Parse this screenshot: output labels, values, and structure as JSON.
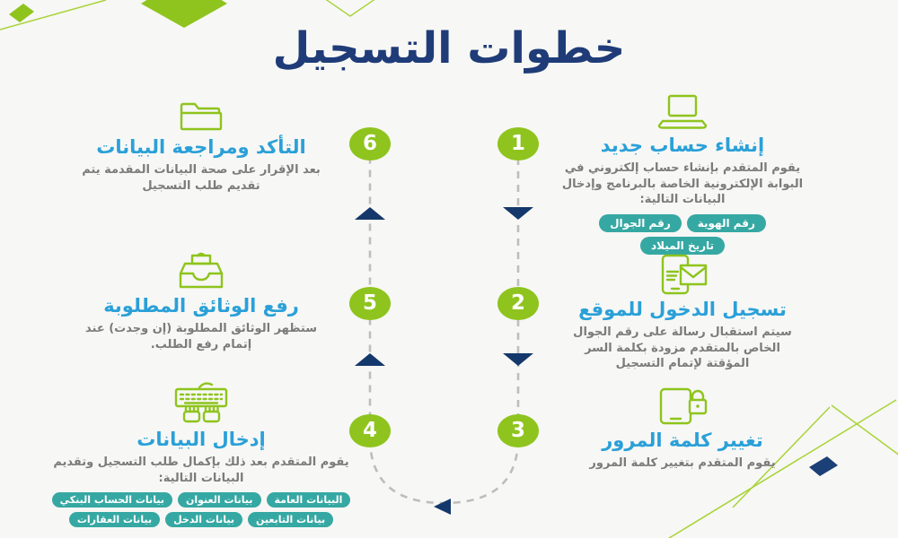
{
  "title": "خطوات التسجيل",
  "steps": [
    {
      "number": "1",
      "title": "إنشاء حساب جديد",
      "body": "يقوم المتقدم بإنشاء حساب إلكتروني في البوابة الإلكترونية الخاصة بالبرنامج وإدخال البيانات التالية:",
      "pills": [
        "رقم الهوية",
        "رقم الجوال",
        "تاريخ الميلاد"
      ],
      "icon": "laptop-icon"
    },
    {
      "number": "2",
      "title": "تسجيل الدخول للموقع",
      "body": "سيتم استقبال رسالة على رقم الجوال الخاص بالمتقدم مزودة بكلمة السر المؤقتة لإتمام التسجيل",
      "pills": [],
      "icon": "phone-message-icon"
    },
    {
      "number": "3",
      "title": "تغيير كلمة المرور",
      "body": "يقوم المتقدم بتغيير كلمة المرور",
      "pills": [],
      "icon": "phone-lock-icon"
    },
    {
      "number": "4",
      "title": "إدخال البيانات",
      "body": "يقوم المتقدم بعد ذلك بإكمال طلب التسجيل وتقديم البيانات التالية:",
      "pills": [
        "البيانات العامة",
        "بيانات العنوان",
        "بيانات الحساب البنكي",
        "بيانات التابعين",
        "بيانات الدخل",
        "بيانات العقارات"
      ],
      "icon": "keyboard-icon"
    },
    {
      "number": "5",
      "title": "رفع الوثائق المطلوبة",
      "body": "ستظهر الوثائق المطلوبة (إن وجدت) عند إتمام رفع الطلب.",
      "pills": [],
      "icon": "document-tray-icon"
    },
    {
      "number": "6",
      "title": "التأكد ومراجعة البيانات",
      "body": "بعد الإقرار على صحة البيانات المقدمة يتم تقديم طلب التسجيل",
      "pills": [],
      "icon": "folder-icon"
    }
  ],
  "colors": {
    "green": "#8ec41d",
    "navy": "#1f3c78",
    "step_title_blue": "#2aa0d8",
    "pill_teal": "#36a8a3",
    "body_gray": "#7b7b7b",
    "dash_gray": "#bdbdbd",
    "background": "#f7f7f5"
  }
}
